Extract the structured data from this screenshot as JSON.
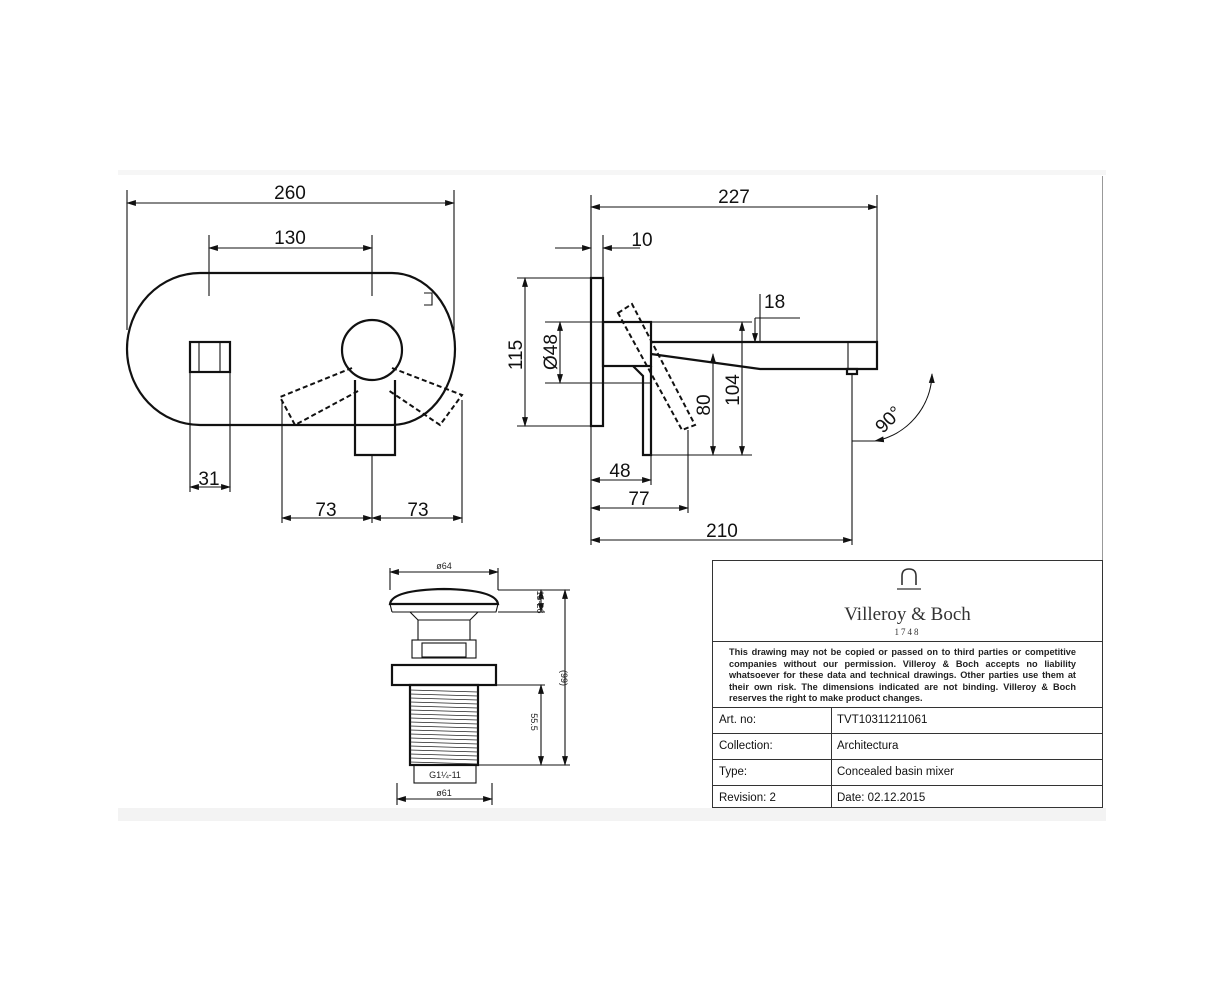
{
  "dimensions": {
    "front": {
      "width_total": "260",
      "handle_spacing": "130",
      "outlet_offset": "31",
      "left_73": "73",
      "right_73": "73"
    },
    "side": {
      "depth_total": "227",
      "plate_thickness": "10",
      "spout_height": "18",
      "plate_height": "115",
      "body_dia": "Ø48",
      "dim_104": "104",
      "dim_80": "80",
      "dim_48": "48",
      "dim_77": "77",
      "dim_210": "210",
      "angle": "90°"
    },
    "waste": {
      "top_dia": "ø64",
      "cap_height": "15-26",
      "overall_height": "(99)",
      "thread_height": "55.5",
      "thread": "G1¼-11",
      "bottom_dia": "ø61"
    }
  },
  "title_block": {
    "brand": "Villeroy & Boch",
    "year": "1748",
    "disclaimer": "This drawing may not be copied or passed on to third parties or competitive companies without our permission. Villeroy & Boch accepts no liability whatsoever for these data and technical drawings. Other parties use them at their own risk. The dimensions indicated are not binding. Villeroy & Boch reserves the right to make product changes.",
    "rows": [
      {
        "label": "Art. no:",
        "value": "TVT10311211061"
      },
      {
        "label": "Collection:",
        "value": "Architectura"
      },
      {
        "label": "Type:",
        "value": "Concealed basin mixer"
      },
      {
        "label": "Revision: 2",
        "value": "Date:  02.12.2015"
      }
    ]
  }
}
